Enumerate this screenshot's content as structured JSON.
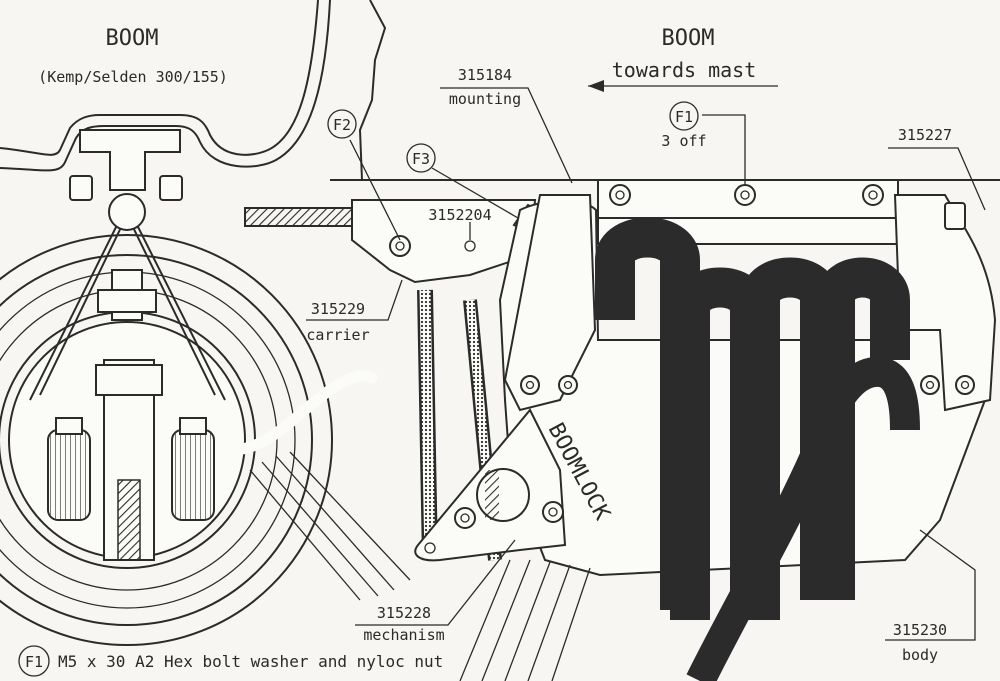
{
  "left_view": {
    "title": "BOOM",
    "subtitle": "(Kemp/Selden 300/155)"
  },
  "right_view": {
    "title": "BOOM",
    "direction": "towards mast"
  },
  "callouts": {
    "f1": {
      "tag": "F1",
      "note": "3 off"
    },
    "f2": {
      "tag": "F2"
    },
    "f3": {
      "tag": "F3"
    },
    "p315184": {
      "number": "315184",
      "name": "mounting"
    },
    "p3152204": {
      "number": "3152204"
    },
    "p315229": {
      "number": "315229",
      "name": "carrier"
    },
    "p315227": {
      "number": "315227"
    },
    "p315228": {
      "number": "315228",
      "name": "mechanism"
    },
    "p315230": {
      "number": "315230",
      "name": "body"
    },
    "brand": "BOOMLOCK"
  },
  "legend": {
    "tag": "F1",
    "text": "M5 x 30 A2 Hex bolt washer and nyloc nut"
  },
  "colors": {
    "ink": "#2b2b2b",
    "paper": "#f7f6f2"
  }
}
